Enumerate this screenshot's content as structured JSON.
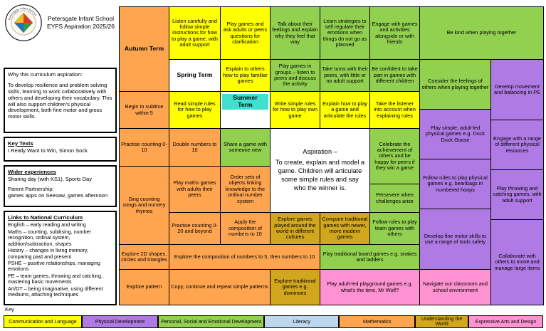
{
  "header": {
    "school_name": "Petersgate Infant School",
    "subtitle": "EYFS Aspiration 2025/26"
  },
  "sidebar": {
    "why": {
      "title": "Why this curriculum aspiration:",
      "body": "To develop resilience and problem solving skills, learning to work collaboratively with others and developing their vocabulary. This will also support children's physical development, both fine motor and gross motor skills."
    },
    "key_texts": {
      "title": "Key Texts",
      "body": "I Really Want to Win, Simon Sock"
    },
    "wider_experiences": {
      "title": "Wider experiences",
      "line1": "Sharing day (with KS1), Sports Day",
      "line2": "Parent Partnership:",
      "line3": "games apps on Seesaw, games afternoon"
    },
    "national_curriculum": {
      "title": "Links to National Curriculum",
      "items": [
        "English – early reading and writing",
        "Maths – counting, subitising, number recognition, ordinal system, addition/subtraction, shapes",
        "History – changes in living memory, comparing past and present",
        "PSHE – positive relationships, managing emotions",
        "PE – team games, throwing and catching, mastering basic movements",
        "Art/DT – being imaginative, using different mediums, attaching techniques"
      ]
    }
  },
  "colors": {
    "communication_language": "#FFFF00",
    "physical_development": "#AF7AE4",
    "psed": "#92D050",
    "literacy": "#BDD7EE",
    "mathematics": "#FFA550",
    "understanding_world": "#D2A71E",
    "expressive_arts": "#FF92D0",
    "summer_highlight": "#40E0D0"
  },
  "grid": {
    "terms": {
      "autumn": "Autumn Term",
      "spring": "Spring Term",
      "summer": "Summer Term"
    },
    "aspiration": {
      "title": "Aspiration –",
      "body": "To create, explain and model a game. Children will articulate some simple rules and say who the winner is."
    },
    "cells": {
      "listen_carefully": {
        "text": "Listen carefully and follow simple instructions for how to play a game, with adult support",
        "area": "Communication and Language"
      },
      "play_games_ask": {
        "text": "Play games and ask adults or peers questions for clarification",
        "area": "Communication and Language"
      },
      "talk_feelings": {
        "text": "Talk about their feelings and explain why they feel that way",
        "area": "Personal, Social and Emotional Development"
      },
      "learn_strategies": {
        "text": "Learn strategies to self regulate their emotions when things do not go as planned",
        "area": "Personal, Social and Emotional Development"
      },
      "engage_friends": {
        "text": "Engage with games and activities alongside or with friends",
        "area": "Personal, Social and Emotional Development"
      },
      "be_kind": {
        "text": "Be kind when playing together",
        "area": "Personal, Social and Emotional Development"
      },
      "explain_to_others": {
        "text": "Explain to others how to play familiar games",
        "area": "Communication and Language"
      },
      "play_games_groups": {
        "text": "Play games in groups – listen to peers and discuss the activity",
        "area": "Personal, Social and Emotional Development"
      },
      "take_turns": {
        "text": "Take turns with their peers, with little or no adult support",
        "area": "Personal, Social and Emotional Development"
      },
      "be_confident": {
        "text": "Be confident to take part in games with different children",
        "area": "Personal, Social and Emotional Development"
      },
      "consider_feelings": {
        "text": "Consider the feelings of others when playing together",
        "area": "Personal, Social and Emotional Development"
      },
      "develop_movement": {
        "text": "Develop movement and balancing in PE",
        "area": "Physical Development"
      },
      "begin_subitise": {
        "text": "Begin to subitise within 5",
        "area": "Mathematics"
      },
      "read_simple_rules": {
        "text": "Read simple rules for how to play games",
        "area": "Communication and Language"
      },
      "write_simple_rules": {
        "text": "Write simple rules for how to play own game",
        "area": "Communication and Language"
      },
      "explain_how_play": {
        "text": "Explain how to play a game and articulate the rules",
        "area": "Communication and Language"
      },
      "take_listener": {
        "text": "Take the listener into account when explaining rules",
        "area": "Communication and Language"
      },
      "play_simple_adult_led": {
        "text": "Play simple, adult-led physical games e.g. Duck Duck Goose",
        "area": "Physical Development"
      },
      "practise_0_10": {
        "text": "Practise counting 0-10",
        "area": "Mathematics"
      },
      "double_numbers": {
        "text": "Double numbers to 10",
        "area": "Mathematics"
      },
      "share_game_new": {
        "text": "Share a game with someone new",
        "area": "Personal, Social and Emotional Development"
      },
      "celebrate_achievement": {
        "text": "Celebrate the achievement of others and be happy for peers if they win a game",
        "area": "Personal, Social and Emotional Development"
      },
      "engage_physical_resources": {
        "text": "Engage with a range of different physical resources",
        "area": "Physical Development"
      },
      "sing_counting": {
        "text": "Sing counting songs and nursery rhymes",
        "area": "Mathematics"
      },
      "play_maths_games": {
        "text": "Play maths games with adults their peers",
        "area": "Mathematics"
      },
      "order_sets": {
        "text": "Order sets of objects linking knowledge to the ordinal number system",
        "area": "Mathematics"
      },
      "follow_rules_physical": {
        "text": "Follow rules to play physical games e.g. beanbags in numbered hoops",
        "area": "Physical Development"
      },
      "play_throwing": {
        "text": "Play throwing and catching games, with adult support",
        "area": "Physical Development"
      },
      "persevere": {
        "text": "Persevere when challenges arise",
        "area": "Personal, Social and Emotional Development"
      },
      "practise_0_20": {
        "text": "Practise counting 0-20 and beyond",
        "area": "Mathematics"
      },
      "apply_composition": {
        "text": "Apply the composition of numbers to 10",
        "area": "Mathematics"
      },
      "explore_games_world": {
        "text": "Explore games played around the world in different cultures",
        "area": "Understanding the World"
      },
      "compare_traditional": {
        "text": "Compare traditional games with newer, more modern games",
        "area": "Understanding the World"
      },
      "follow_rules_team": {
        "text": "Follow rules to play team games with others",
        "area": "Personal, Social and Emotional Development"
      },
      "develop_fine_motor": {
        "text": "Develop fine motor skills to use a range of tools safely",
        "area": "Physical Development"
      },
      "collaborate_large": {
        "text": "Collaborate with others to move and manage large items",
        "area": "Physical Development"
      },
      "explore_2d": {
        "text": "Explore 2D shapes, circles and triangles",
        "area": "Mathematics"
      },
      "explore_composition": {
        "text": "Explore the composition of numbers to 5, then numbers to 10",
        "area": "Mathematics"
      },
      "play_board_games": {
        "text": "Play traditional board games e.g. snakes and ladders",
        "area": "Personal, Social and Emotional Development"
      },
      "explore_pattern": {
        "text": "Explore pattern",
        "area": "Mathematics"
      },
      "copy_continue": {
        "text": "Copy, continue and repeat simple patterns",
        "area": "Mathematics"
      },
      "explore_dominoes": {
        "text": "Explore traditional games e.g. dominoes",
        "area": "Understanding the World"
      },
      "play_playground": {
        "text": "Play adult-led playground games e.g. what's the time, Mr Wolf?",
        "area": "Expressive Arts and Design"
      },
      "navigate_classroom": {
        "text": "Navigate our classroom and school environment",
        "area": "Expressive Arts and Design"
      }
    }
  },
  "legend": {
    "label": "Key",
    "items": [
      {
        "name": "Communication and Language",
        "color": "#FFFF00"
      },
      {
        "name": "Physical Development",
        "color": "#AF7AE4"
      },
      {
        "name": "Personal, Social and Emotional Development",
        "color": "#92D050"
      },
      {
        "name": "Literacy",
        "color": "#BDD7EE"
      },
      {
        "name": "Mathematics",
        "color": "#FFA550"
      },
      {
        "name": "Understanding the World",
        "color": "#D2A71E"
      },
      {
        "name": "Expressive Arts and Design",
        "color": "#FF92D0"
      }
    ]
  }
}
